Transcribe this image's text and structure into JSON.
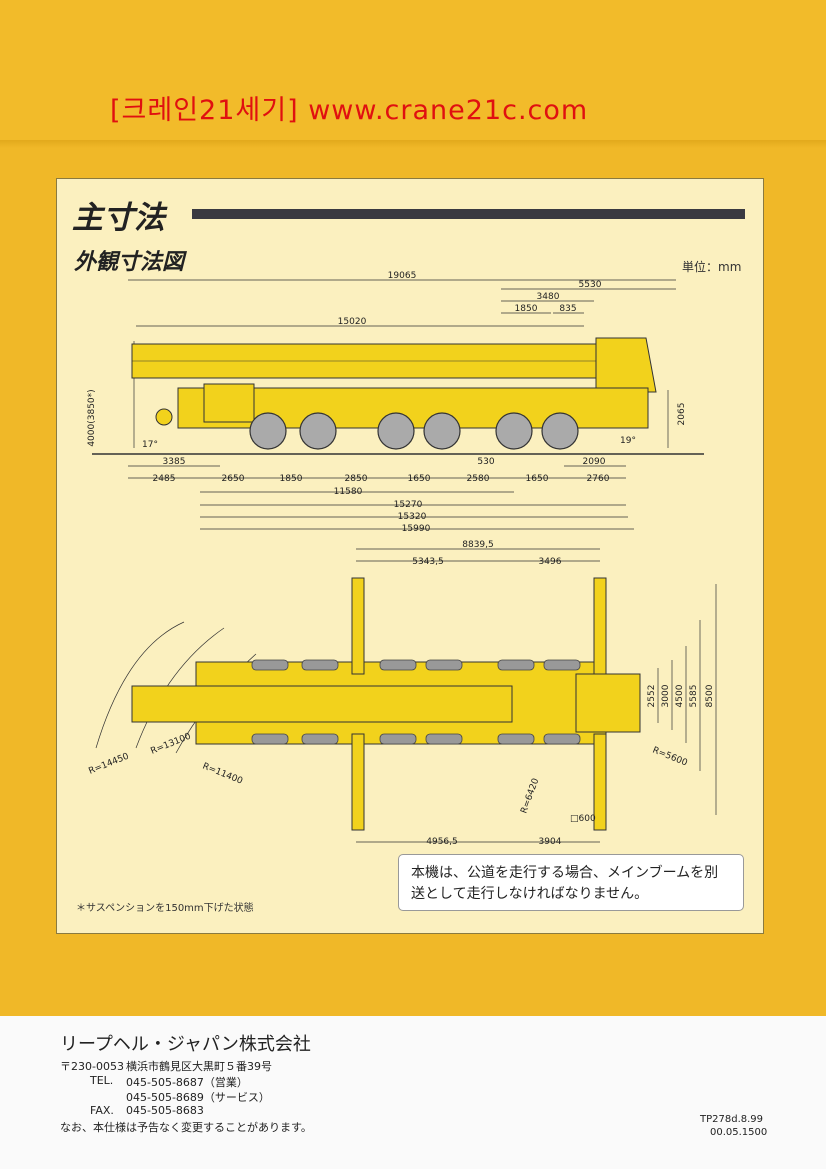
{
  "header": {
    "site_text": "[크레인21세기] www.crane21c.com"
  },
  "page": {
    "title": "主寸法",
    "subtitle": "外観寸法図",
    "unit_label": "単位：mm",
    "note": "本機は、公道を走行する場合、メインブームを別送として走行しなければなりません。",
    "footnote": "＊サスペンションを150mm下げた状態"
  },
  "side_view": {
    "top_dims": [
      "19065",
      "5530",
      "3480",
      "1850",
      "835",
      "15020"
    ],
    "height_dims": [
      "4000(3850*)",
      "2065",
      "17°",
      "19°"
    ],
    "bottom_dims": [
      "3385",
      "2485",
      "2650",
      "1850",
      "2850",
      "1650",
      "530",
      "2580",
      "1650",
      "2090",
      "2760",
      "11580",
      "15270",
      "15320",
      "15990"
    ]
  },
  "top_view": {
    "top_dims": [
      "8839,5",
      "5343,5",
      "3496"
    ],
    "right_dims": [
      "2552",
      "3000",
      "4500",
      "5585",
      "8500"
    ],
    "radii": [
      "R=14450",
      "R=13100",
      "R=11400",
      "R=5600",
      "R=6420"
    ],
    "bottom_dims": [
      "4956,5",
      "3904"
    ],
    "pad": "□600"
  },
  "footer": {
    "company": "リープヘル・ジャパン株式会社",
    "postal": "〒230-0053",
    "address": "横浜市鶴見区大黒町５番39号",
    "tel_label": "TEL.",
    "tel1": "045-505-8687（営業）",
    "tel2": "045-505-8689（サービス）",
    "fax_label": "FAX.",
    "fax": "045-505-8683",
    "disclaimer": "なお、本仕様は予告なく変更することがあります。",
    "doc_code": "TP278d.8.99",
    "doc_date": "00.05.1500"
  },
  "colors": {
    "header_red": "#e01010",
    "cover_yellow": "#f0b828",
    "panel": "#fbf0bf",
    "crane_yellow": "#f2d21c"
  }
}
